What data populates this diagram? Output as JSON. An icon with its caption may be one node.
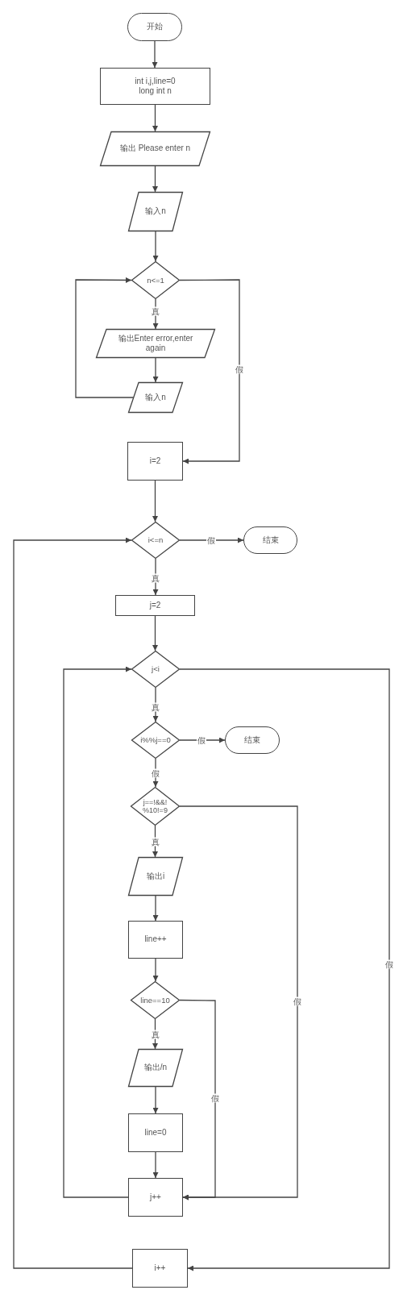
{
  "diagram": {
    "nodes": [
      {
        "text": [
          "开始"
        ]
      },
      {
        "text": [
          "int i,j,line=0",
          "long int n"
        ]
      },
      {
        "text": [
          "输出 Please enter n"
        ]
      },
      {
        "text": [
          "输入n"
        ]
      },
      {
        "text": [
          "n<=1"
        ]
      },
      {
        "text": [
          "输出Enter error,enter again"
        ]
      },
      {
        "text": [
          "输入n"
        ]
      },
      {
        "text": [
          "i=2"
        ]
      },
      {
        "text": [
          "i<=n"
        ]
      },
      {
        "text": [
          "结束"
        ]
      },
      {
        "text": [
          "j=2"
        ]
      },
      {
        "text": [
          "j<i"
        ]
      },
      {
        "text": [
          "i%%j==0"
        ]
      },
      {
        "text": [
          "结束"
        ]
      },
      {
        "text": [
          "j==!&&!%10!=9"
        ]
      },
      {
        "text": [
          "输出i"
        ]
      },
      {
        "text": [
          "line++"
        ]
      },
      {
        "text": [
          "line==10"
        ]
      },
      {
        "text": [
          "输出/n"
        ]
      },
      {
        "text": [
          "line=0"
        ]
      },
      {
        "text": [
          "j++"
        ]
      },
      {
        "text": [
          "i++"
        ]
      }
    ],
    "edges": [
      {
        "from": 0,
        "to": 1,
        "arrow": "to"
      },
      {
        "from": 1,
        "to": 2,
        "arrow": "to"
      },
      {
        "from": 2,
        "to": 3,
        "arrow": "to"
      },
      {
        "from": 3,
        "to": 4,
        "arrow": "to"
      },
      {
        "from": 4,
        "to": 5,
        "label": "真",
        "arrow": "to"
      },
      {
        "from": 5,
        "to": 6,
        "arrow": "to"
      },
      {
        "from": 6,
        "to": 4,
        "arrow": "to"
      },
      {
        "from": 4,
        "to": 7,
        "label": "假",
        "arrow": "to"
      },
      {
        "from": 7,
        "to": 8,
        "arrow": "to"
      },
      {
        "from": 8,
        "to": 9,
        "label": "假",
        "arrow": "to"
      },
      {
        "from": 8,
        "to": 10,
        "label": "真",
        "arrow": "to"
      },
      {
        "from": 10,
        "to": 11,
        "arrow": "to"
      },
      {
        "from": 11,
        "to": 12,
        "label": "真",
        "arrow": "to"
      },
      {
        "from": 12,
        "to": 13,
        "label": "假",
        "arrow": "to"
      },
      {
        "from": 12,
        "to": 14,
        "label": "假",
        "arrow": "to"
      },
      {
        "from": 14,
        "to": 15,
        "label": "真",
        "arrow": "to"
      },
      {
        "from": 15,
        "to": 16,
        "arrow": "to"
      },
      {
        "from": 16,
        "to": 17,
        "arrow": "to"
      },
      {
        "from": 17,
        "to": 18,
        "label": "真",
        "arrow": "to"
      },
      {
        "from": 18,
        "to": 19,
        "arrow": "to"
      },
      {
        "from": 19,
        "to": 20,
        "arrow": "to"
      },
      {
        "from": 17,
        "to": 20,
        "label": "假",
        "arrow": "to"
      },
      {
        "from": 14,
        "to": 20,
        "label": "假",
        "arrow": "to"
      },
      {
        "from": 20,
        "to": 11,
        "arrow": "to"
      },
      {
        "from": 11,
        "to": 21,
        "label": "假",
        "arrow": "to"
      },
      {
        "from": 21,
        "to": 8,
        "arrow": "to"
      }
    ]
  }
}
